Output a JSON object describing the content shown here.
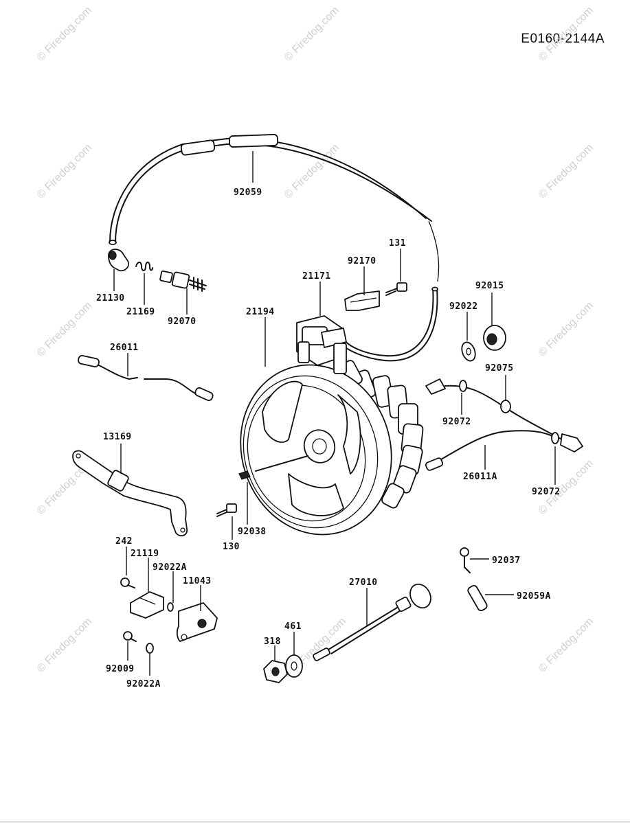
{
  "document": {
    "code": "E0160-2144A",
    "watermark": "© Firedog.com"
  },
  "parts": {
    "p92059": "92059",
    "p131": "131",
    "p92170": "92170",
    "p21171": "21171",
    "p92015": "92015",
    "p92022": "92022",
    "p21130": "21130",
    "p21169": "21169",
    "p92070": "92070",
    "p21194": "21194",
    "p26011": "26011",
    "p92075": "92075",
    "p92072a": "92072",
    "p13169": "13169",
    "p26011A": "26011A",
    "p92072b": "92072",
    "p242": "242",
    "p21119": "21119",
    "p92022A_a": "92022A",
    "p11043": "11043",
    "p92038": "92038",
    "p130": "130",
    "p92037": "92037",
    "p27010": "27010",
    "p92059A": "92059A",
    "p461": "461",
    "p318": "318",
    "p92009": "92009",
    "p92022A_b": "92022A"
  }
}
